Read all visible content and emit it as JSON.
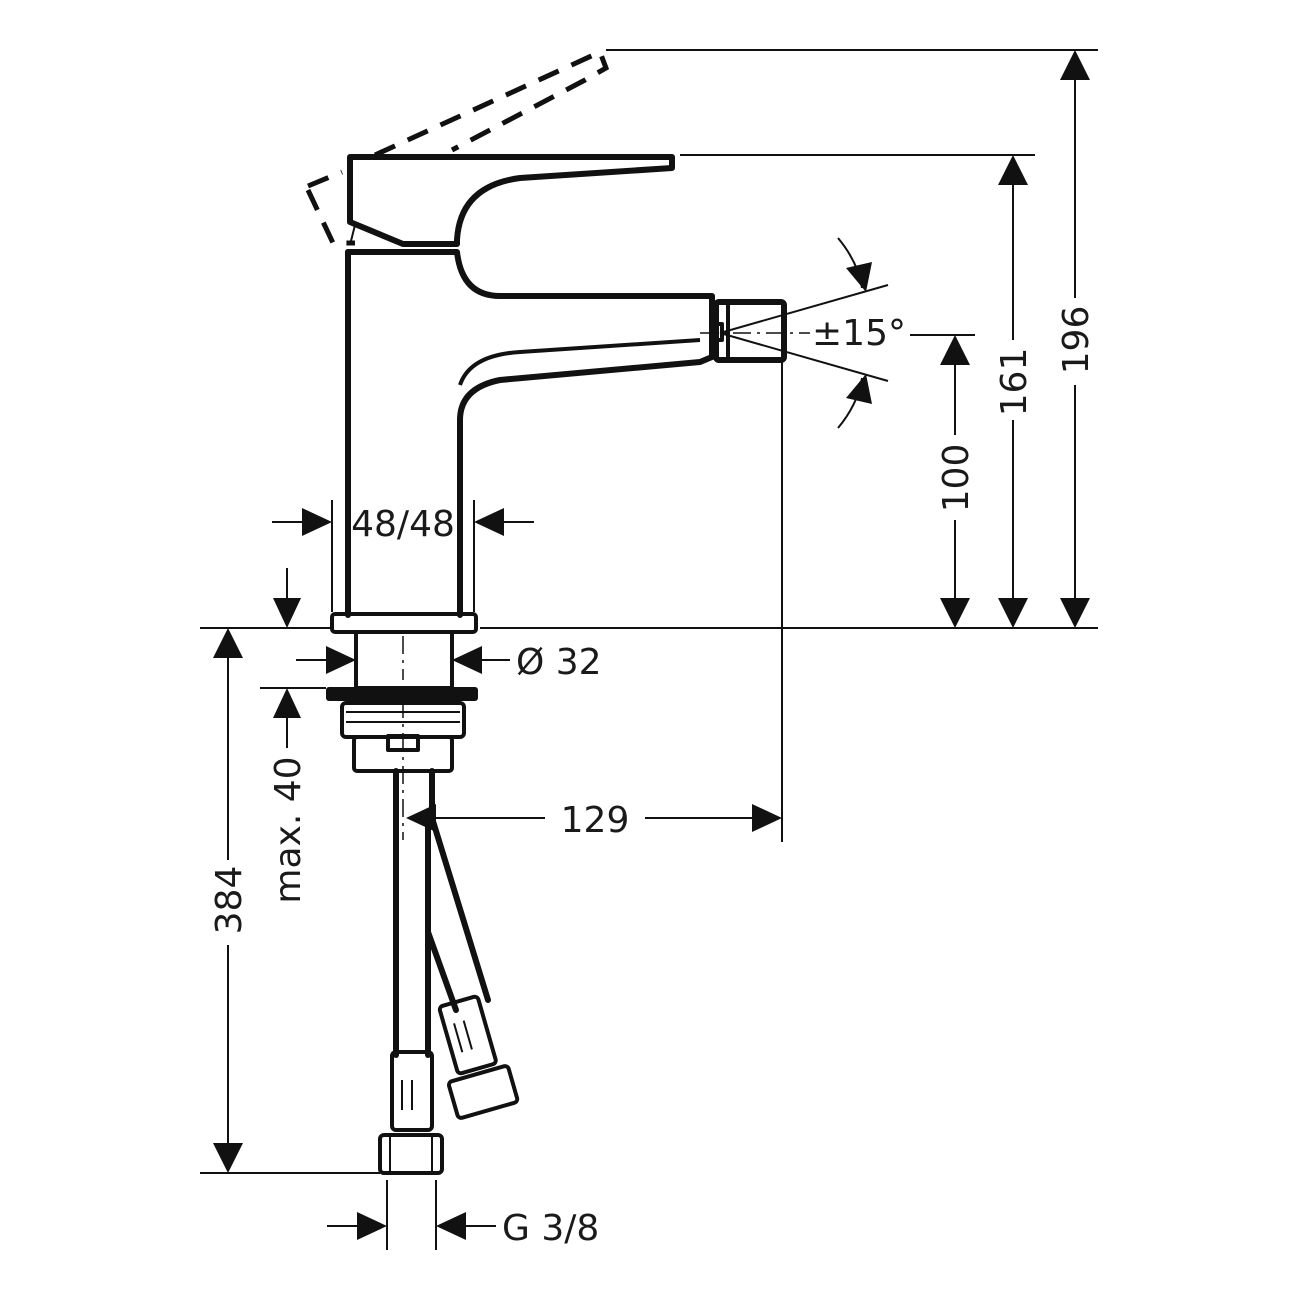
{
  "drawing": {
    "title": "Bidet mixer dimension drawing",
    "units": "mm",
    "colors": {
      "line": "#111111",
      "background": "#ffffff"
    }
  },
  "dimensions": {
    "total_height": "196",
    "height_to_lever": "161",
    "spout_height": "100",
    "body_width": "48/48",
    "shank_diameter": "Ø 32",
    "max_deck_thickness": "max. 40",
    "hose_length": "384",
    "spout_reach": "129",
    "aerator_angle": "±15°",
    "connection_thread": "G 3/8"
  }
}
